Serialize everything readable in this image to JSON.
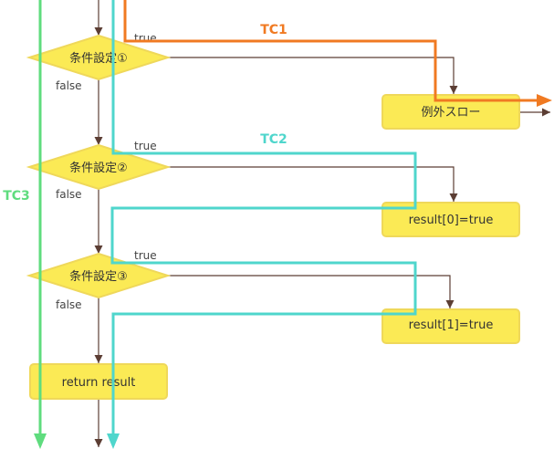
{
  "nodes": {
    "cond1": "条件設定①",
    "cond2": "条件設定②",
    "cond3": "条件設定③",
    "throw": "例外スロー",
    "result0": "result[0]=true",
    "result1": "result[1]=true",
    "ret": "return result"
  },
  "edges": {
    "true1": "true",
    "false1": "false",
    "true2": "true",
    "false2": "false",
    "true3": "true",
    "false3": "false"
  },
  "test_cases": {
    "tc1": "TC1",
    "tc2": "TC2",
    "tc3": "TC3"
  },
  "colors": {
    "tc1": "#f07a22",
    "tc2": "#4fd6cc",
    "tc3": "#5fdc7e",
    "node_fill": "#fbea55",
    "node_stroke": "#efd85a",
    "arrow": "#5c3e34"
  }
}
